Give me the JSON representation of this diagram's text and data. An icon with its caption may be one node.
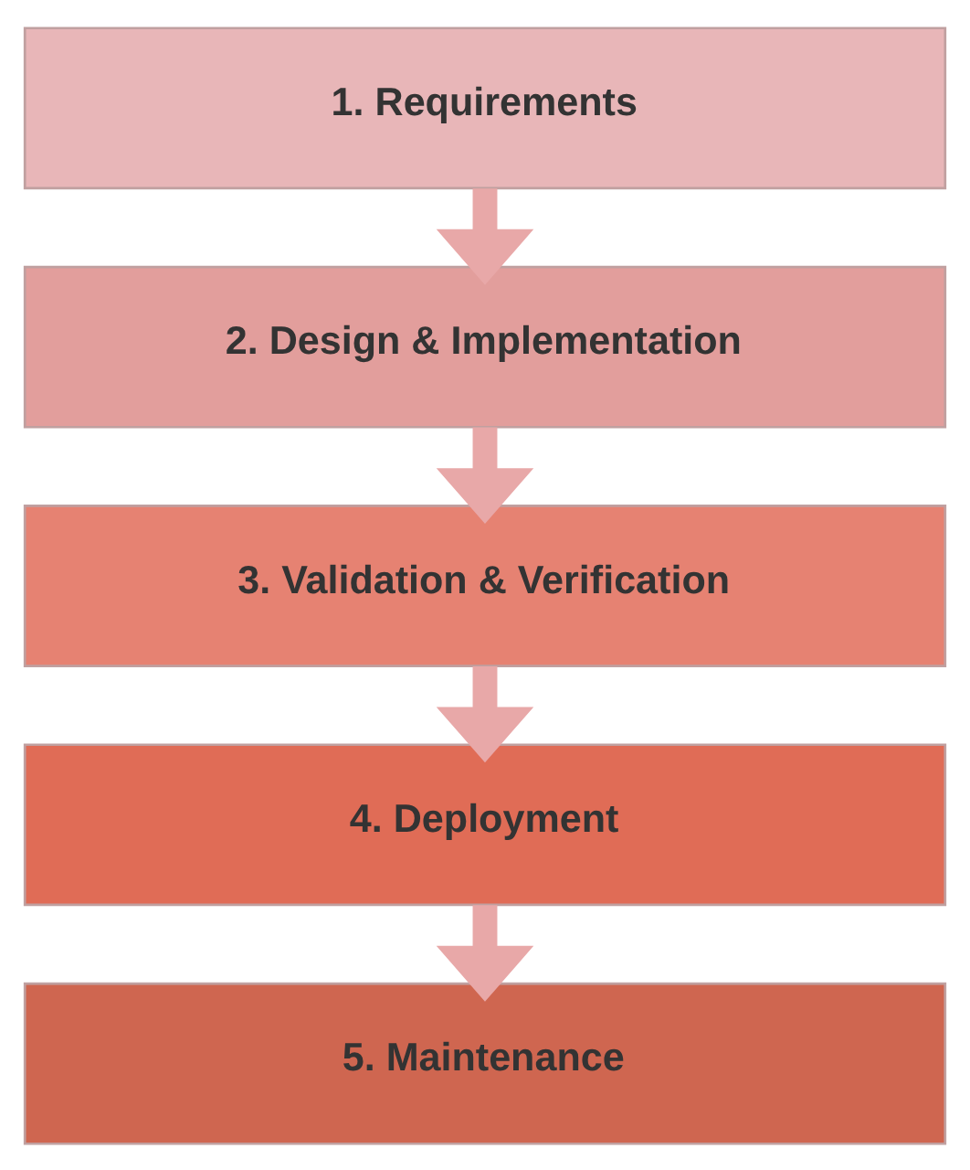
{
  "diagram": {
    "nodes": [
      {
        "text": [
          "1. Requirements"
        ]
      },
      {
        "text": [
          "2. Design & Implementation"
        ]
      },
      {
        "text": [
          "3. Validation & Verification"
        ]
      },
      {
        "text": [
          "4. Deployment"
        ]
      },
      {
        "text": [
          "5. Maintenance"
        ]
      }
    ],
    "edges": [
      {
        "from": 0,
        "to": 1,
        "arrow": "to"
      },
      {
        "from": 1,
        "to": 2,
        "arrow": "to"
      },
      {
        "from": 2,
        "to": 3,
        "arrow": "to"
      },
      {
        "from": 3,
        "to": 4,
        "arrow": "to"
      }
    ]
  }
}
